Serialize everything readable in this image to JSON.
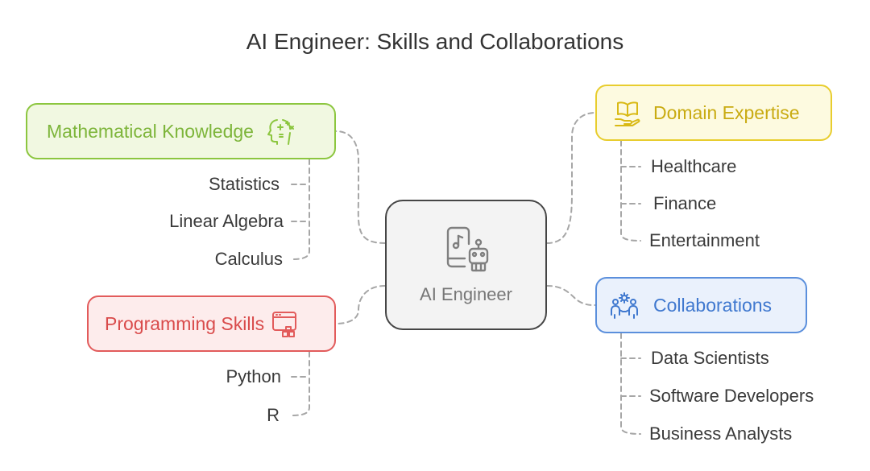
{
  "title": "AI Engineer: Skills and Collaborations",
  "center": {
    "label": "AI Engineer",
    "icon": "ai-engineer-robot-icon"
  },
  "branches": {
    "math": {
      "label": "Mathematical Knowledge",
      "icon": "brain-sparkle-icon",
      "color": "#8cc63f",
      "items": [
        "Statistics",
        "Linear Algebra",
        "Calculus"
      ]
    },
    "programming": {
      "label": "Programming Skills",
      "icon": "code-window-icon",
      "color": "#e25b5b",
      "items": [
        "Python",
        "R"
      ]
    },
    "domain": {
      "label": "Domain Expertise",
      "icon": "book-in-hand-icon",
      "color": "#e8cd2e",
      "items": [
        "Healthcare",
        "Finance",
        "Entertainment"
      ]
    },
    "collaborations": {
      "label": "Collaborations",
      "icon": "team-gear-icon",
      "color": "#5b8fdc",
      "items": [
        "Data Scientists",
        "Software Developers",
        "Business Analysts"
      ]
    }
  }
}
